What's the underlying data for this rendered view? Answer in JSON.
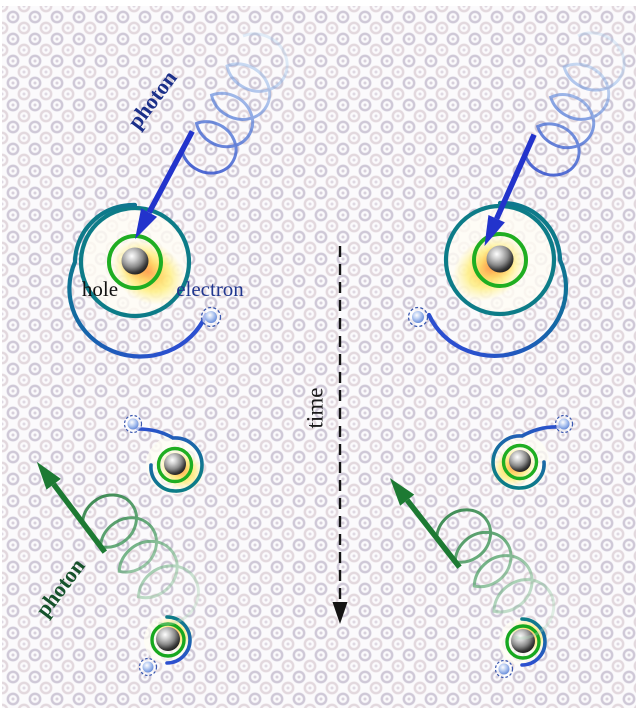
{
  "labels": {
    "photon_absorbed": "photon",
    "photon_emitted": "photon",
    "hole": "hole",
    "electron": "electron",
    "time": "time"
  },
  "colors": {
    "absorbed_photon_blue": "#2233cc",
    "emitted_photon_green": "#1d7a33",
    "outer_orbit_teal": "#0d7c88",
    "spiral_arm_blue": "#2b4fd0",
    "inner_orbit_green": "#1fae22",
    "glow_yellow": "#ffec64",
    "glow_orange": "#ff965a",
    "hole_sphere_gray": "#2e2e2e",
    "electron_dot_blue": "#5f86d8",
    "time_axis_black": "#141414",
    "background_dot_lavender": "#cdc6d6",
    "photon_label_blue": "#1b2f8a",
    "photon_label_green": "#15522b"
  }
}
